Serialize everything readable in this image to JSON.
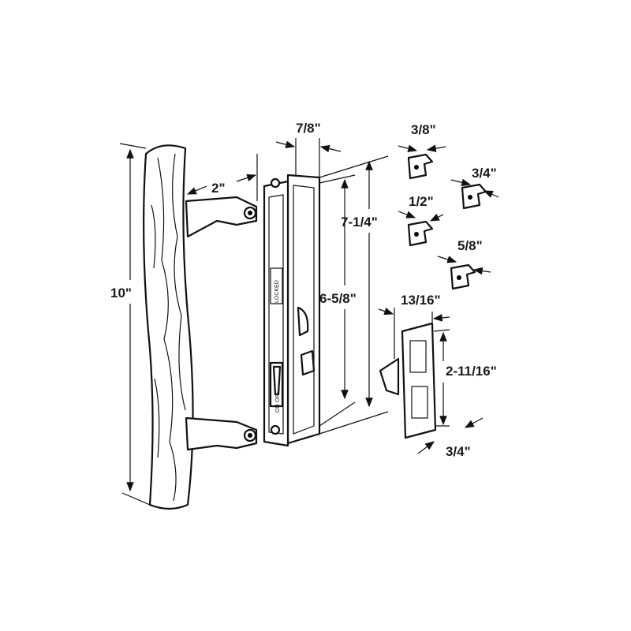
{
  "title": "Sliding door handle set dimension diagram",
  "dimensions": {
    "handle_length": "10\"",
    "handle_offset": "2\"",
    "lock_thickness": "7/8\"",
    "lock_overall_height": "7-1/4\"",
    "hole_spacing": "6-5/8\"",
    "keeper_a": "3/8\"",
    "keeper_b": "3/4\"",
    "keeper_c": "1/2\"",
    "keeper_d": "5/8\"",
    "strike_width": "13/16\"",
    "strike_height": "2-11/16\"",
    "strike_depth": "3/4\""
  },
  "lock_labels": {
    "locked": "LOCKED",
    "on": "ON",
    "off": "OFF"
  }
}
